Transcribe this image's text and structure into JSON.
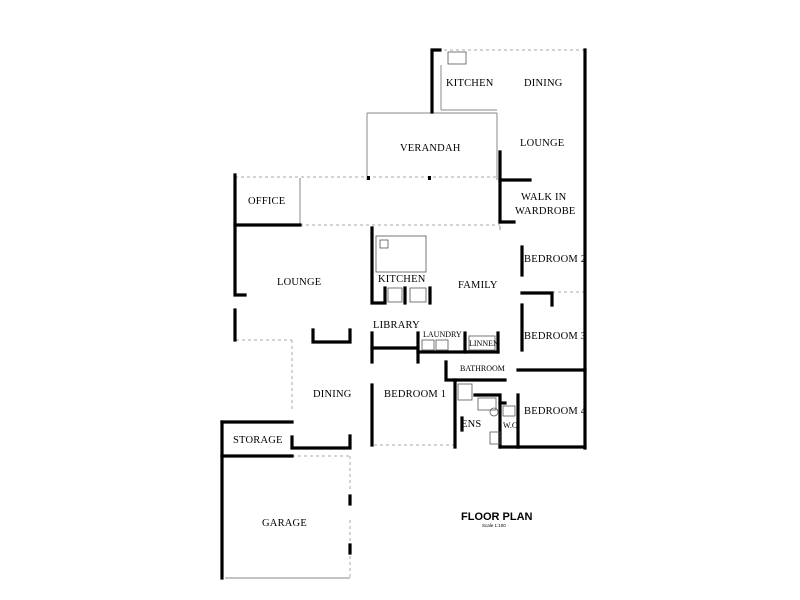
{
  "plan": {
    "title": "FLOOR PLAN",
    "scale": "Scale 1:100"
  },
  "rooms": {
    "kitchen_upper": "KITCHEN",
    "dining_upper": "DINING",
    "verandah": "VERANDAH",
    "lounge_upper": "LOUNGE",
    "walk_in_line1": "WALK IN",
    "walk_in_line2": "WARDROBE",
    "office": "OFFICE",
    "lounge": "LOUNGE",
    "kitchen": "KITCHEN",
    "family": "FAMILY",
    "bedroom2": "BEDROOM 2",
    "library": "LIBRARY",
    "laundry": "LAUNDRY",
    "linnen": "LINNEN",
    "bedroom3": "BEDROOM 3",
    "bathroom": "BATHROOM",
    "dining": "DINING",
    "bedroom1": "BEDROOM 1",
    "bedroom4": "BEDROOM 4",
    "ens": "ENS",
    "wc": "W.C.",
    "storage": "STORAGE",
    "garage": "GARAGE"
  }
}
